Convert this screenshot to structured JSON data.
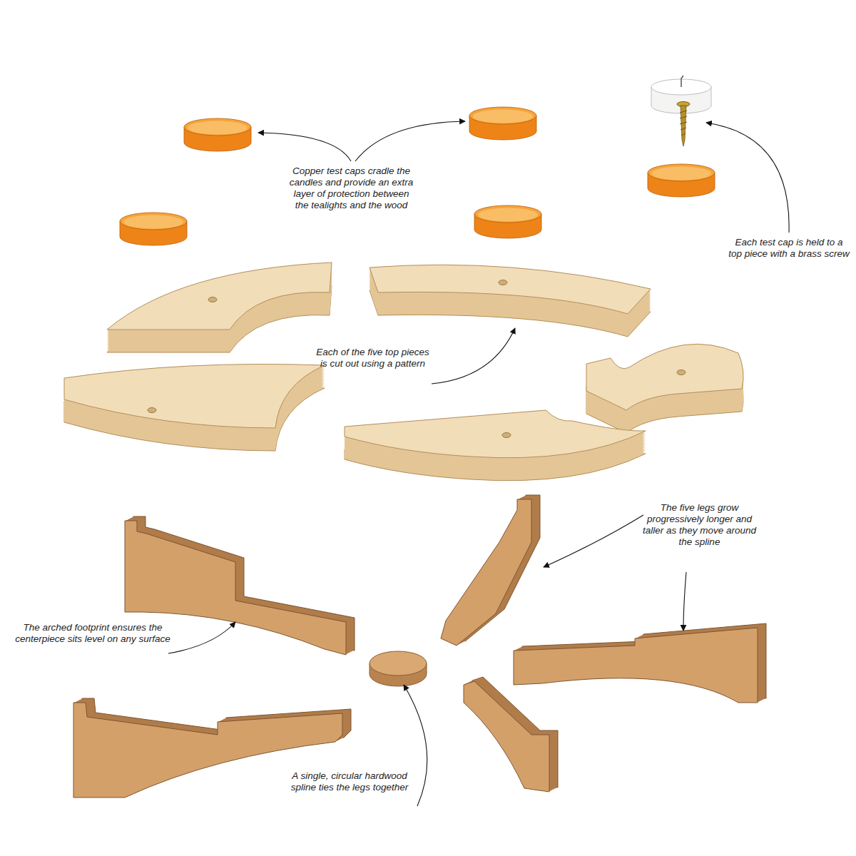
{
  "diagram": {
    "labels": [
      "Copper test caps cradle the candles and provide an extra layer of protection between the tealights and the wood",
      "Each test cap is held to a top piece with a brass screw",
      "Each of the five top pieces is cut out using a pattern",
      "The five legs grow progressively longer and taller as they move around the spline",
      "The arched footprint ensures the centerpiece sits level on any surface",
      "A single, circular hardwood spline ties the legs together"
    ]
  }
}
